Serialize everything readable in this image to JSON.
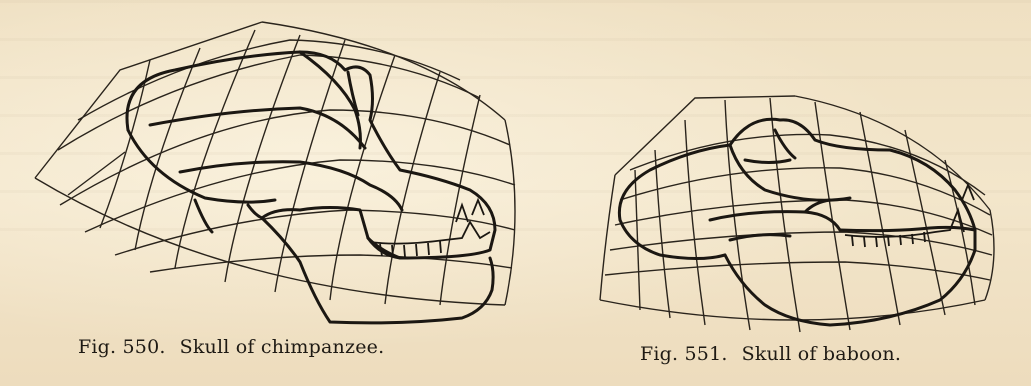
{
  "figures": [
    {
      "number": "Fig. 550.",
      "title": "Skull of chimpanzee."
    },
    {
      "number": "Fig. 551.",
      "title": "Skull of baboon."
    }
  ]
}
